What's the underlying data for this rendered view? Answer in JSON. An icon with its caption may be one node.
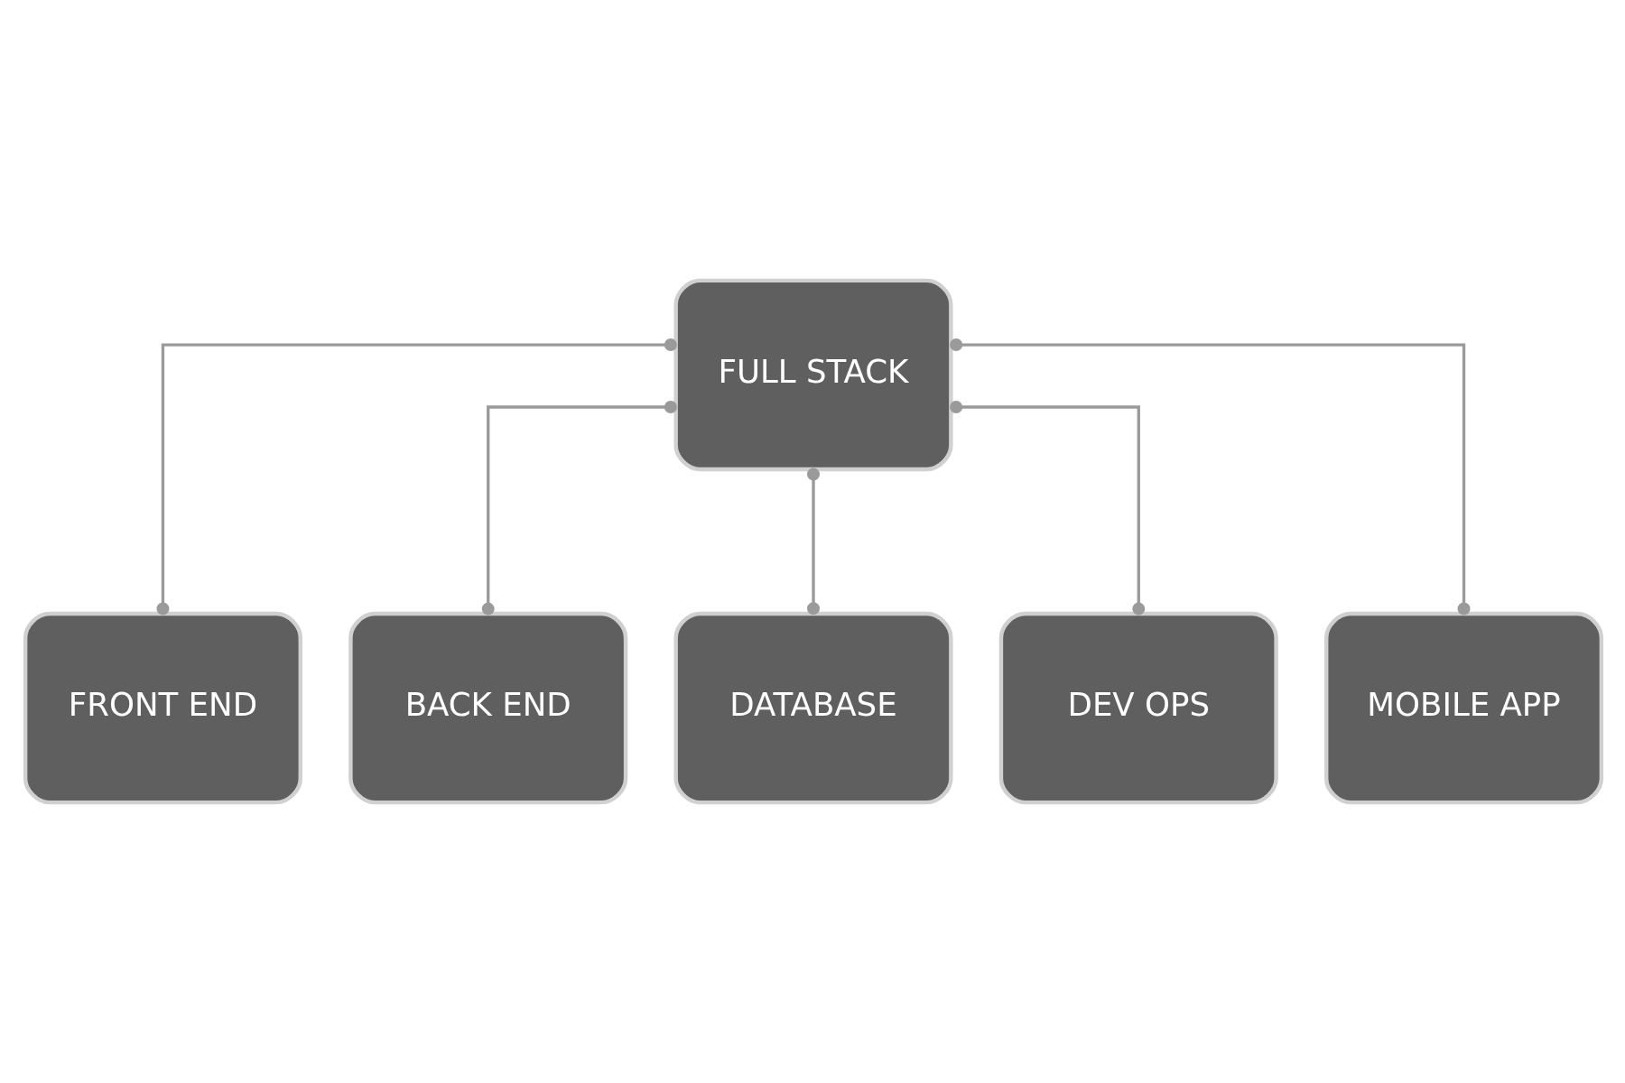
{
  "diagram": {
    "nodes": [
      {
        "text": [
          "FULL STACK"
        ]
      },
      {
        "text": [
          "FRONT END"
        ]
      },
      {
        "text": [
          "BACK END"
        ]
      },
      {
        "text": [
          "DATABASE"
        ]
      },
      {
        "text": [
          "DEV OPS"
        ]
      },
      {
        "text": [
          "MOBILE APP"
        ]
      }
    ],
    "edges": [
      {
        "from": 0,
        "to": 1,
        "arrow": "other"
      },
      {
        "from": 0,
        "to": 2,
        "arrow": "other"
      },
      {
        "from": 0,
        "to": 3,
        "arrow": "other"
      },
      {
        "from": 0,
        "to": 4,
        "arrow": "other"
      },
      {
        "from": 0,
        "to": 5,
        "arrow": "other"
      }
    ]
  }
}
